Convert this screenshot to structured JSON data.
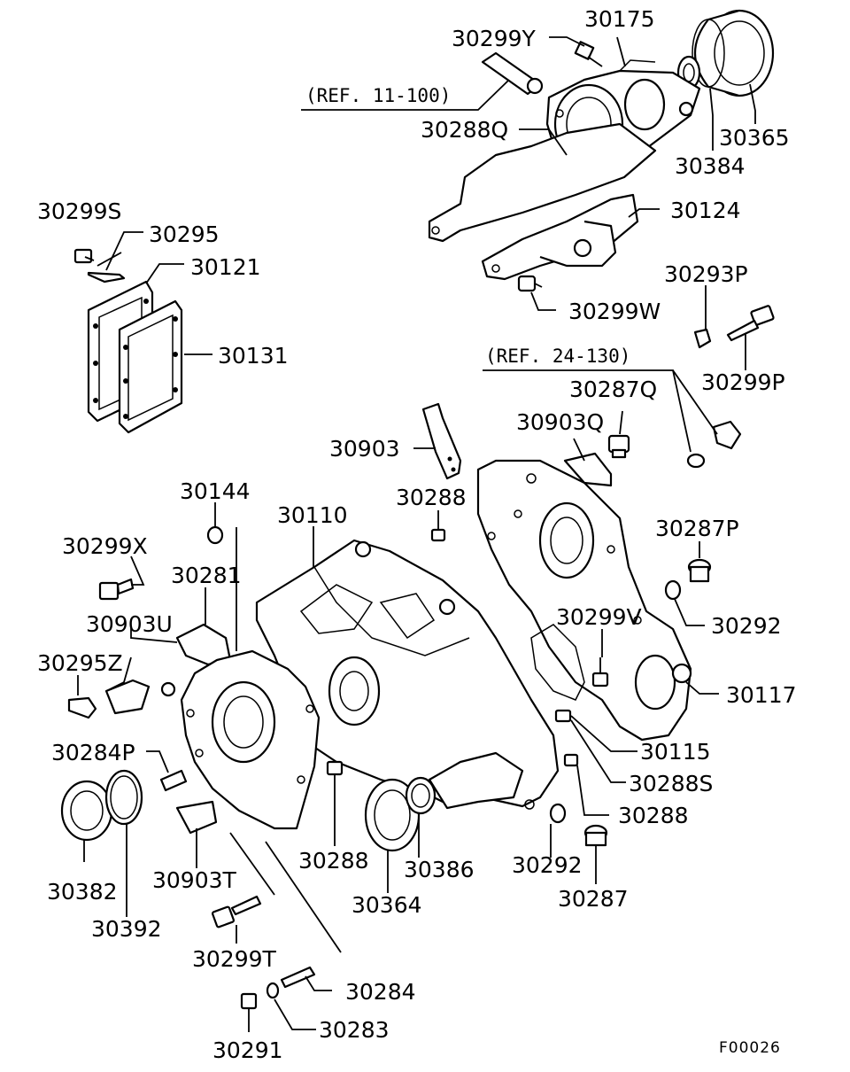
{
  "diagram": {
    "figure_code": "F00026",
    "references": [
      {
        "id": "ref-11-100",
        "text": "(REF. 11-100)"
      },
      {
        "id": "ref-24-130",
        "text": "(REF. 24-130)"
      }
    ],
    "labels": [
      {
        "id": "30299Y",
        "text": "30299Y"
      },
      {
        "id": "30175",
        "text": "30175"
      },
      {
        "id": "30365",
        "text": "30365"
      },
      {
        "id": "30384",
        "text": "30384"
      },
      {
        "id": "30288Q",
        "text": "30288Q"
      },
      {
        "id": "30124",
        "text": "30124"
      },
      {
        "id": "30299S",
        "text": "30299S"
      },
      {
        "id": "30295",
        "text": "30295"
      },
      {
        "id": "30121",
        "text": "30121"
      },
      {
        "id": "30131",
        "text": "30131"
      },
      {
        "id": "30299W",
        "text": "30299W"
      },
      {
        "id": "30293P",
        "text": "30293P"
      },
      {
        "id": "30299P",
        "text": "30299P"
      },
      {
        "id": "30287Q",
        "text": "30287Q"
      },
      {
        "id": "30903Q",
        "text": "30903Q"
      },
      {
        "id": "30903",
        "text": "30903"
      },
      {
        "id": "30144",
        "text": "30144"
      },
      {
        "id": "30288a",
        "text": "30288"
      },
      {
        "id": "30110",
        "text": "30110"
      },
      {
        "id": "30287P",
        "text": "30287P"
      },
      {
        "id": "30299X",
        "text": "30299X"
      },
      {
        "id": "30281",
        "text": "30281"
      },
      {
        "id": "30292a",
        "text": "30292"
      },
      {
        "id": "30299V",
        "text": "30299V"
      },
      {
        "id": "30903U",
        "text": "30903U"
      },
      {
        "id": "30117",
        "text": "30117"
      },
      {
        "id": "30295Z",
        "text": "30295Z"
      },
      {
        "id": "30115",
        "text": "30115"
      },
      {
        "id": "30284P",
        "text": "30284P"
      },
      {
        "id": "30288S",
        "text": "30288S"
      },
      {
        "id": "30288b",
        "text": "30288"
      },
      {
        "id": "30288c",
        "text": "30288"
      },
      {
        "id": "30386",
        "text": "30386"
      },
      {
        "id": "30292b",
        "text": "30292"
      },
      {
        "id": "30903T",
        "text": "30903T"
      },
      {
        "id": "30382",
        "text": "30382"
      },
      {
        "id": "30364",
        "text": "30364"
      },
      {
        "id": "30287",
        "text": "30287"
      },
      {
        "id": "30392",
        "text": "30392"
      },
      {
        "id": "30299T",
        "text": "30299T"
      },
      {
        "id": "30284",
        "text": "30284"
      },
      {
        "id": "30283",
        "text": "30283"
      },
      {
        "id": "30291",
        "text": "30291"
      }
    ]
  }
}
